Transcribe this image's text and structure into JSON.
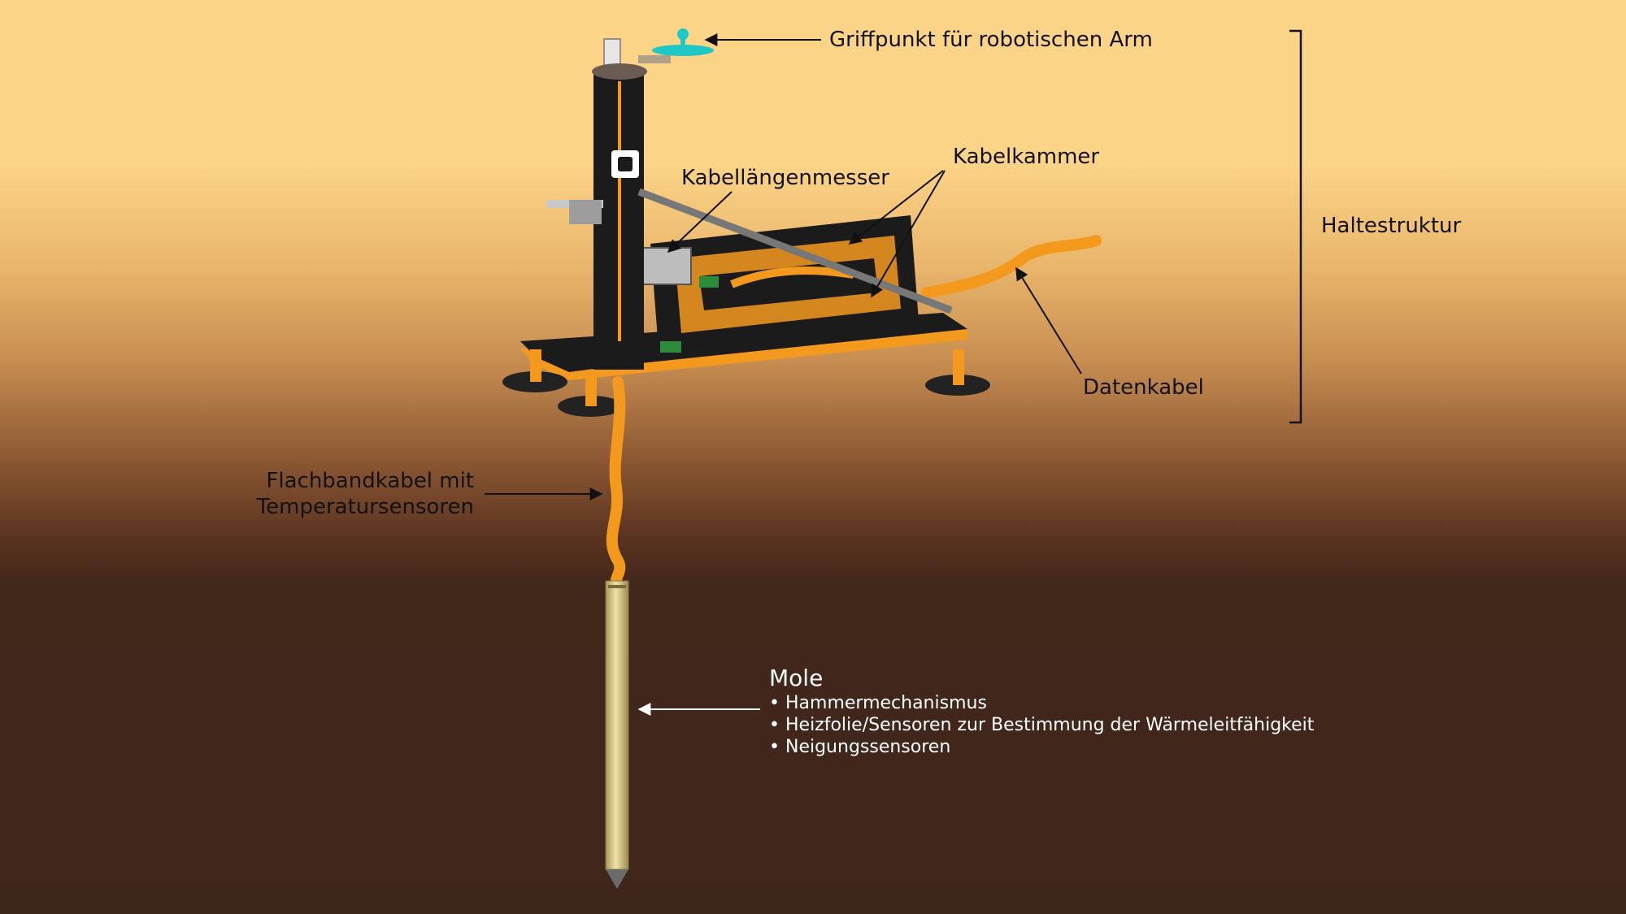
{
  "labels": {
    "griffpunkt": "Griffpunkt für robotischen Arm",
    "kabelkammer": "Kabelkammer",
    "kabellaengenmesser": "Kabellängenmesser",
    "haltestruktur": "Haltestruktur",
    "datenkabel": "Datenkabel",
    "flachbandkabel_line1": "Flachbandkabel mit",
    "flachbandkabel_line2": "Temperatursensoren"
  },
  "mole": {
    "title": "Mole",
    "items": [
      "Hammermechanismus",
      "Heizfolie/Sensoren zur Bestimmung der Wärmeleitfähigkeit",
      "Neigungssensoren"
    ]
  },
  "colors": {
    "sky": "#fcd487",
    "ground": "#3f261b",
    "cable_orange": "#f39a1e",
    "frame_black": "#1b1b1b",
    "mole_body": "#d9c98e",
    "grip_cyan": "#1fc7c7"
  }
}
